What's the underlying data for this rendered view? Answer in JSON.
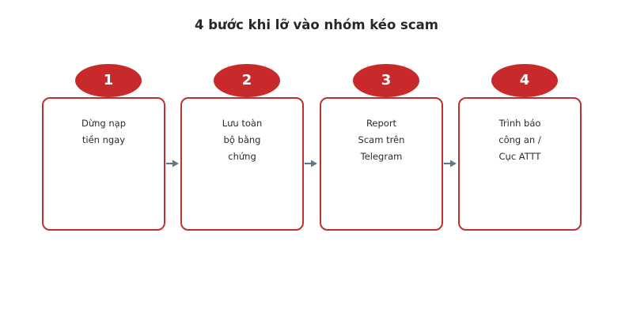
{
  "title": "4 bước khi lỡ vào nhóm kéo scam",
  "colors": {
    "accent": "#c8292b",
    "border": "#c0302f",
    "arrow": "#5e7a8a",
    "text": "#2b2b2b"
  },
  "steps": [
    {
      "number": "1",
      "label": "Dừng nạp\ntiền ngay"
    },
    {
      "number": "2",
      "label": "Lưu toàn\nbộ bằng\nchứng"
    },
    {
      "number": "3",
      "label": "Report\nScam trên\nTelegram"
    },
    {
      "number": "4",
      "label": "Trình báo\ncông an /\nCục ATTT"
    }
  ]
}
